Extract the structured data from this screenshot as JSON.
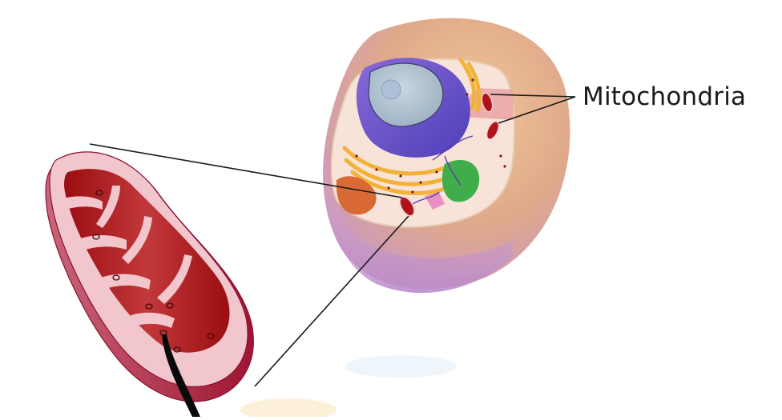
{
  "diagram": {
    "title": "",
    "labels": {
      "mitochondria": "Mitochondria"
    },
    "components": {
      "animal_cell": "animal-cell-illustration",
      "mitochondrion_enlarged": "enlarged-mitochondrion-cross-section"
    },
    "colors": {
      "label_text": "#1a1a1a",
      "leader_lines": "#1a1a1a",
      "mitochondrion_outer": "#e8b4bc",
      "mitochondrion_inner": "#a50e12",
      "cell_membrane_outer": "#e6b88a",
      "cell_membrane_lower": "#c79bd0",
      "cytoplasm": "#f8e3d9",
      "nucleus_envelope": "#6a4fc8",
      "nucleoplasm": "#b8cbd6",
      "er_golgi": "#f5b642",
      "chloro_like_green": "#3fae4a",
      "smooth_er": "#d96a35"
    }
  }
}
